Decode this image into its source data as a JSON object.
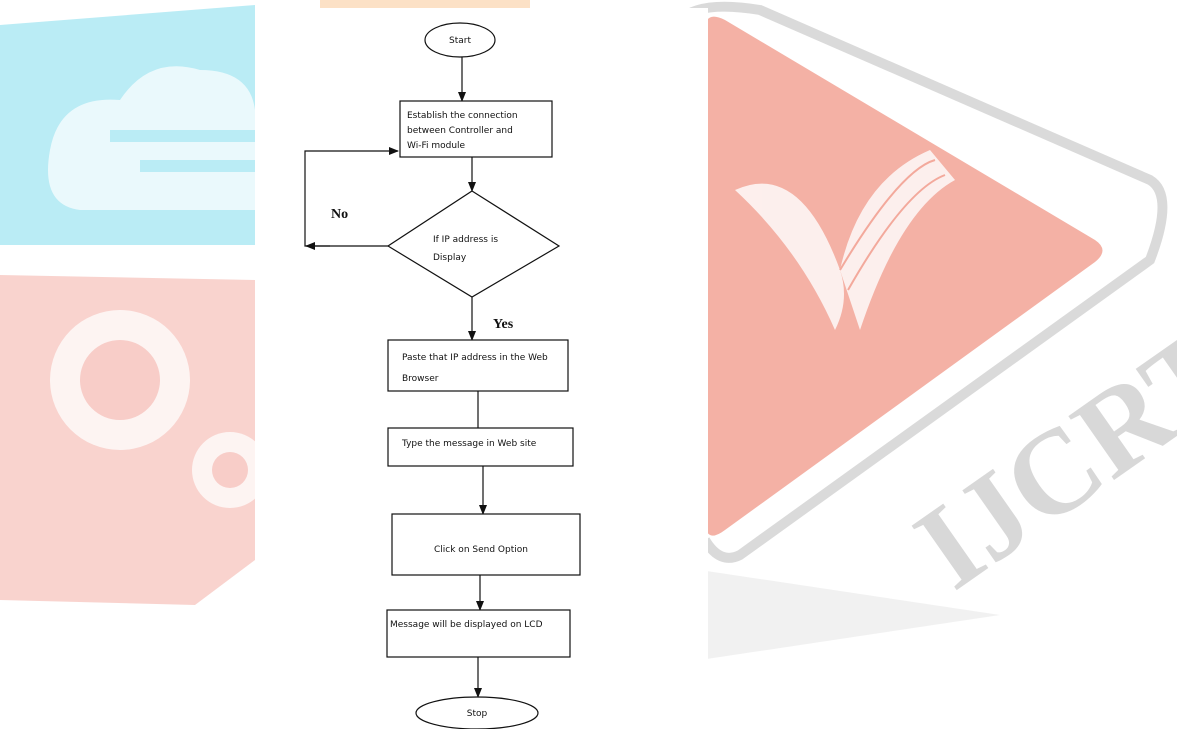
{
  "watermark": {
    "brand": "IJCRT",
    "colors": {
      "cyan": "#9fe4f0",
      "orange": "#fbd9b8",
      "pink": "#f6c1bd",
      "red": "#f0a79a",
      "gray": "#d8d8d8"
    }
  },
  "flowchart": {
    "start": "Start",
    "step_connect_line1": "Establish the connection",
    "step_connect_line2": "between Controller and",
    "step_connect_line3": "Wi-Fi module",
    "decision_line1": "If IP address is",
    "decision_line2": "Display",
    "label_no": "No",
    "label_yes": "Yes",
    "step_paste_line1": "Paste that IP address in the Web",
    "step_paste_line2": "Browser",
    "step_type": "Type the message in Web site",
    "step_send": "Click on Send Option",
    "step_display": "Message will be displayed on LCD",
    "stop": "Stop"
  }
}
